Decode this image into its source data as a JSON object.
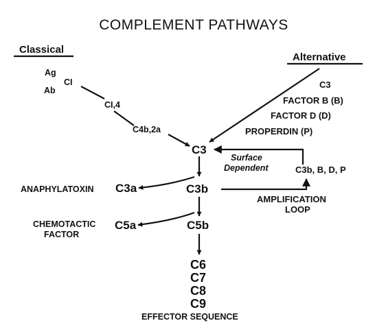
{
  "title": "COMPLEMENT PATHWAYS",
  "classical": {
    "header": "Classical",
    "ag": "Ag",
    "ab": "Ab",
    "c1": "CI",
    "c14": "CI,4",
    "c4b2a": "C4b,2a"
  },
  "alternative": {
    "header": "Alternative",
    "c3": "C3",
    "factor_b": "FACTOR B (B)",
    "factor_d": "FACTOR D (D)",
    "properdin": "PROPERDIN (P)"
  },
  "center": {
    "c3": "C3",
    "c3b": "C3b",
    "c5b": "C5b",
    "surface_line1": "Surface",
    "surface_line2": "Dependent",
    "c3bbdp": "C3b, B, D, P",
    "amplification_line1": "AMPLIFICATION",
    "amplification_line2": "LOOP"
  },
  "side": {
    "anaphylatoxin": "ANAPHYLATOXIN",
    "c3a": "C3a",
    "chemotactic_line1": "CHEMOTACTIC",
    "chemotactic_line2": "FACTOR",
    "c5a": "C5a"
  },
  "effector": {
    "components": [
      "C6",
      "C7",
      "C8",
      "C9"
    ],
    "label": "EFFECTOR SEQUENCE"
  }
}
